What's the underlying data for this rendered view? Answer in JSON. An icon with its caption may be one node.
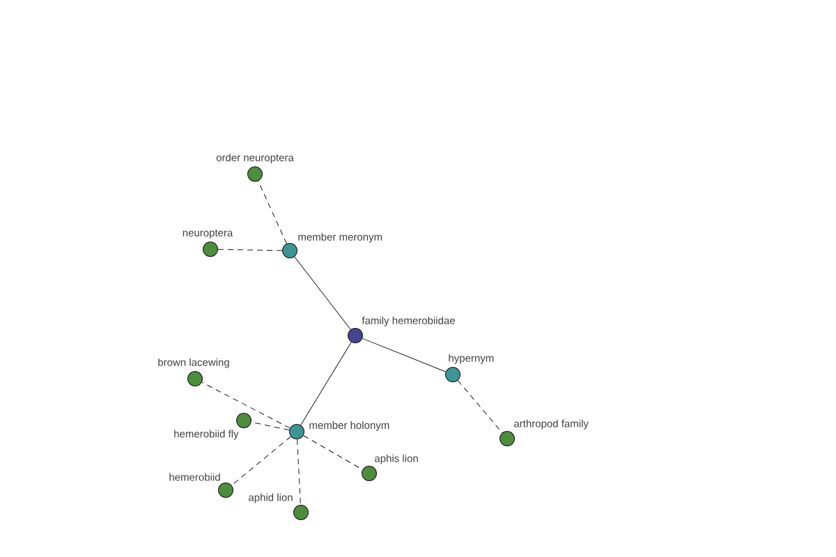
{
  "diagram": {
    "nodes": [
      {
        "text": [
          "family hemerobiidae"
        ]
      },
      {
        "text": [
          "member meronym"
        ]
      },
      {
        "text": [
          "order neuroptera"
        ]
      },
      {
        "text": [
          "neuroptera"
        ]
      },
      {
        "text": [
          "hypernym"
        ]
      },
      {
        "text": [
          "arthropod family"
        ]
      },
      {
        "text": [
          "member holonym"
        ]
      },
      {
        "text": [
          "brown lacewing"
        ]
      },
      {
        "text": [
          "hemerobiid fly"
        ]
      },
      {
        "text": [
          "hemerobiid"
        ]
      },
      {
        "text": [
          "aphid lion"
        ]
      },
      {
        "text": [
          "aphis lion"
        ]
      }
    ],
    "edges": [
      {
        "from": 0,
        "to": 1,
        "arrow": "none"
      },
      {
        "from": 1,
        "to": 2,
        "arrow": "none",
        "style": "dashed"
      },
      {
        "from": 1,
        "to": 3,
        "arrow": "none",
        "style": "dashed"
      },
      {
        "from": 0,
        "to": 4,
        "arrow": "none"
      },
      {
        "from": 4,
        "to": 5,
        "arrow": "none",
        "style": "dashed"
      },
      {
        "from": 0,
        "to": 6,
        "arrow": "none"
      },
      {
        "from": 6,
        "to": 7,
        "arrow": "none",
        "style": "dashed"
      },
      {
        "from": 6,
        "to": 8,
        "arrow": "none",
        "style": "dashed"
      },
      {
        "from": 6,
        "to": 9,
        "arrow": "none",
        "style": "dashed"
      },
      {
        "from": 6,
        "to": 10,
        "arrow": "none",
        "style": "dashed"
      },
      {
        "from": 6,
        "to": 11,
        "arrow": "none",
        "style": "dashed"
      }
    ]
  }
}
